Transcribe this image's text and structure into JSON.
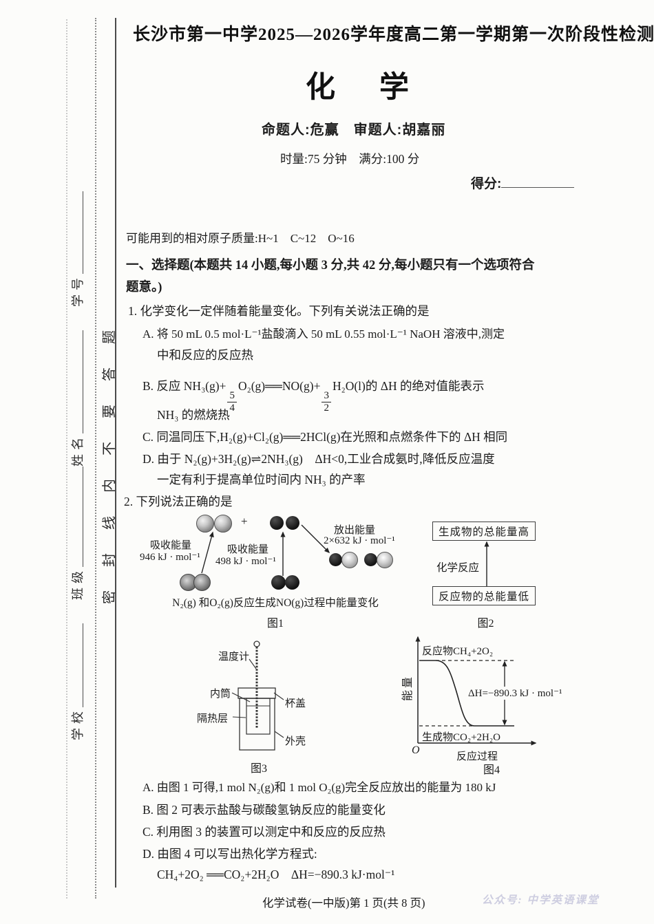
{
  "margin": {
    "seal_text": "密封线内不要答题",
    "field_labels": [
      "学校",
      "班级",
      "姓名",
      "学号"
    ]
  },
  "header": {
    "title": "长沙市第一中学2025—2026学年度高二第一学期第一次阶段性检测",
    "subject_left": "化",
    "subject_right": "学",
    "setter": "命题人:危赢　审题人:胡嘉丽",
    "duration": "时量:75 分钟　满分:100 分",
    "score_label": "得分:"
  },
  "intro": {
    "atomic_mass": "可能用到的相对原子质量:H~1　C~12　O~16",
    "section1_line1": "一、选择题(本题共 14 小题,每小题 3 分,共 42 分,每小题只有一个选项符合",
    "section1_line2": "题意。)"
  },
  "q1": {
    "stem": "1. 化学变化一定伴随着能量变化。下列有关说法正确的是",
    "a1": "A. 将 50 mL 0.5 mol·L⁻¹盐酸滴入 50 mL 0.55 mol·L⁻¹ NaOH 溶液中,测定",
    "a2": "中和反应的反应热",
    "b_pre": "B. 反应 NH₃(g)+",
    "b_f1_num": "5",
    "b_f1_den": "4",
    "b_mid": "O₂(g)══NO(g)+",
    "b_f2_num": "3",
    "b_f2_den": "2",
    "b_post": "H₂O(l)的 ΔH 的绝对值能表示",
    "b2": "NH₃ 的燃烧热",
    "c": "C. 同温同压下,H₂(g)+Cl₂(g)══2HCl(g)在光照和点燃条件下的 ΔH 相同",
    "d1": "D. 由于 N₂(g)+3H₂(g)⇌2NH₃(g)　ΔH<0,工业合成氨时,降低反应温度",
    "d2": "一定有利于提高单位时间内 NH₃ 的产率"
  },
  "q2": {
    "stem": "2. 下列说法正确的是",
    "a": "A. 由图 1 可得,1 mol N₂(g)和 1 mol O₂(g)完全反应放出的能量为 180 kJ",
    "b": "B. 图 2 可表示盐酸与碳酸氢钠反应的能量变化",
    "c": "C. 利用图 3 的装置可以测定中和反应的反应热",
    "d": "D. 由图 4 可以写出热化学方程式:",
    "d_eq": "CH₄+2O₂ ══CO₂+2H₂O　ΔH=−890.3 kJ·mol⁻¹"
  },
  "fig1": {
    "plus": "+",
    "absorb1_label": "吸收能量",
    "absorb1_value": "946 kJ · mol⁻¹",
    "absorb2_label": "吸收能量",
    "absorb2_value": "498 kJ · mol⁻¹",
    "release_label": "放出能量",
    "release_value": "2×632 kJ · mol⁻¹",
    "caption": "N₂(g) 和O₂(g)反应生成NO(g)过程中能量变化",
    "figno": "图1"
  },
  "fig2": {
    "top_box": "生成物的总能量高",
    "arrow_label": "化学反应",
    "bottom_box": "反应物的总能量低",
    "figno": "图2"
  },
  "fig3": {
    "thermometer": "温度计",
    "inner_cup": "内筒",
    "lid": "杯盖",
    "insulation": "隔热层",
    "shell": "外壳",
    "figno": "图3"
  },
  "fig4": {
    "ylabel": "能量",
    "reactants": "反应物CH₄+2O₂",
    "delta_h": "ΔH=−890.3 kJ · mol⁻¹",
    "products": "生成物CO₂+2H₂O",
    "origin": "O",
    "xlabel": "反应过程",
    "figno": "图4"
  },
  "footer": {
    "page_info": "化学试卷(一中版)第 1 页(共 8 页)",
    "watermark": "公众号: 中学英语课堂"
  },
  "colors": {
    "text": "#1c1c1c",
    "watermark": "#cdcde0",
    "paper": "#fcfcfa"
  }
}
